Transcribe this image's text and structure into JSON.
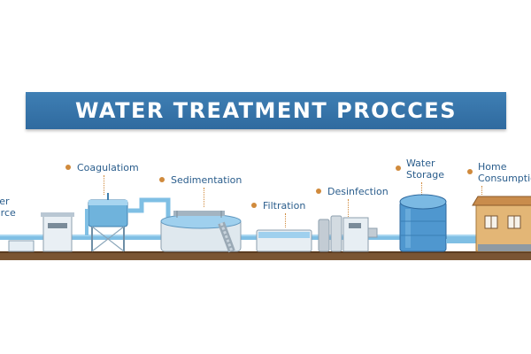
{
  "title": "WATER TREATMENT PROCCES",
  "stages": {
    "source_line1": "Water",
    "source_line2": "Source",
    "coagulation": "Coagulatiom",
    "sedimentation": "Sedimentation",
    "filtration": "Filtration",
    "disinfection": "Desinfection",
    "storage_line1": "Water",
    "storage_line2": "Storage",
    "home_line1": "Home",
    "home_line2": "Consumption"
  },
  "colors": {
    "banner": "#3a78ad",
    "label": "#2a5d8c",
    "pipe": "#6fb3dc",
    "ground": "#6b4a2a",
    "accent_dot": "#d08a3c"
  }
}
